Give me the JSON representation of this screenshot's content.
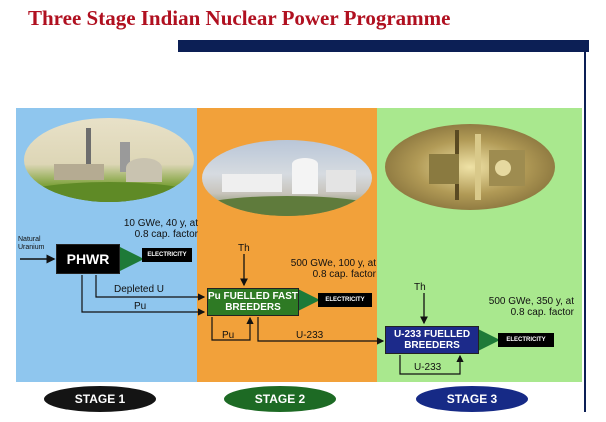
{
  "title": "Three Stage Indian Nuclear Power Programme",
  "stage1": {
    "input_label": "Natural Uranium",
    "reactor": "PHWR",
    "capacity": "10 GWe, 40 y, at 0.8 cap. factor",
    "output": "ELECTRICITY",
    "depleted": "Depleted U",
    "pu": "Pu",
    "name": "STAGE 1"
  },
  "stage2": {
    "thorium": "Th",
    "reactor": "Pu FUELLED FAST BREEDERS",
    "capacity": "500 GWe, 100 y, at 0.8 cap. factor",
    "output": "ELECTRICITY",
    "pu_loop": "Pu",
    "u233": "U-233",
    "name": "STAGE 2"
  },
  "stage3": {
    "thorium": "Th",
    "reactor": "U-233 FUELLED BREEDERS",
    "capacity": "500 GWe, 350 y, at 0.8 cap. factor",
    "output": "ELECTRICITY",
    "u233_loop": "U-233",
    "name": "STAGE 3"
  },
  "colors": {
    "title": "#b01020",
    "stage1_bg": "#8fc6ee",
    "stage2_bg": "#f2a13a",
    "stage3_bg": "#a9e88e"
  }
}
